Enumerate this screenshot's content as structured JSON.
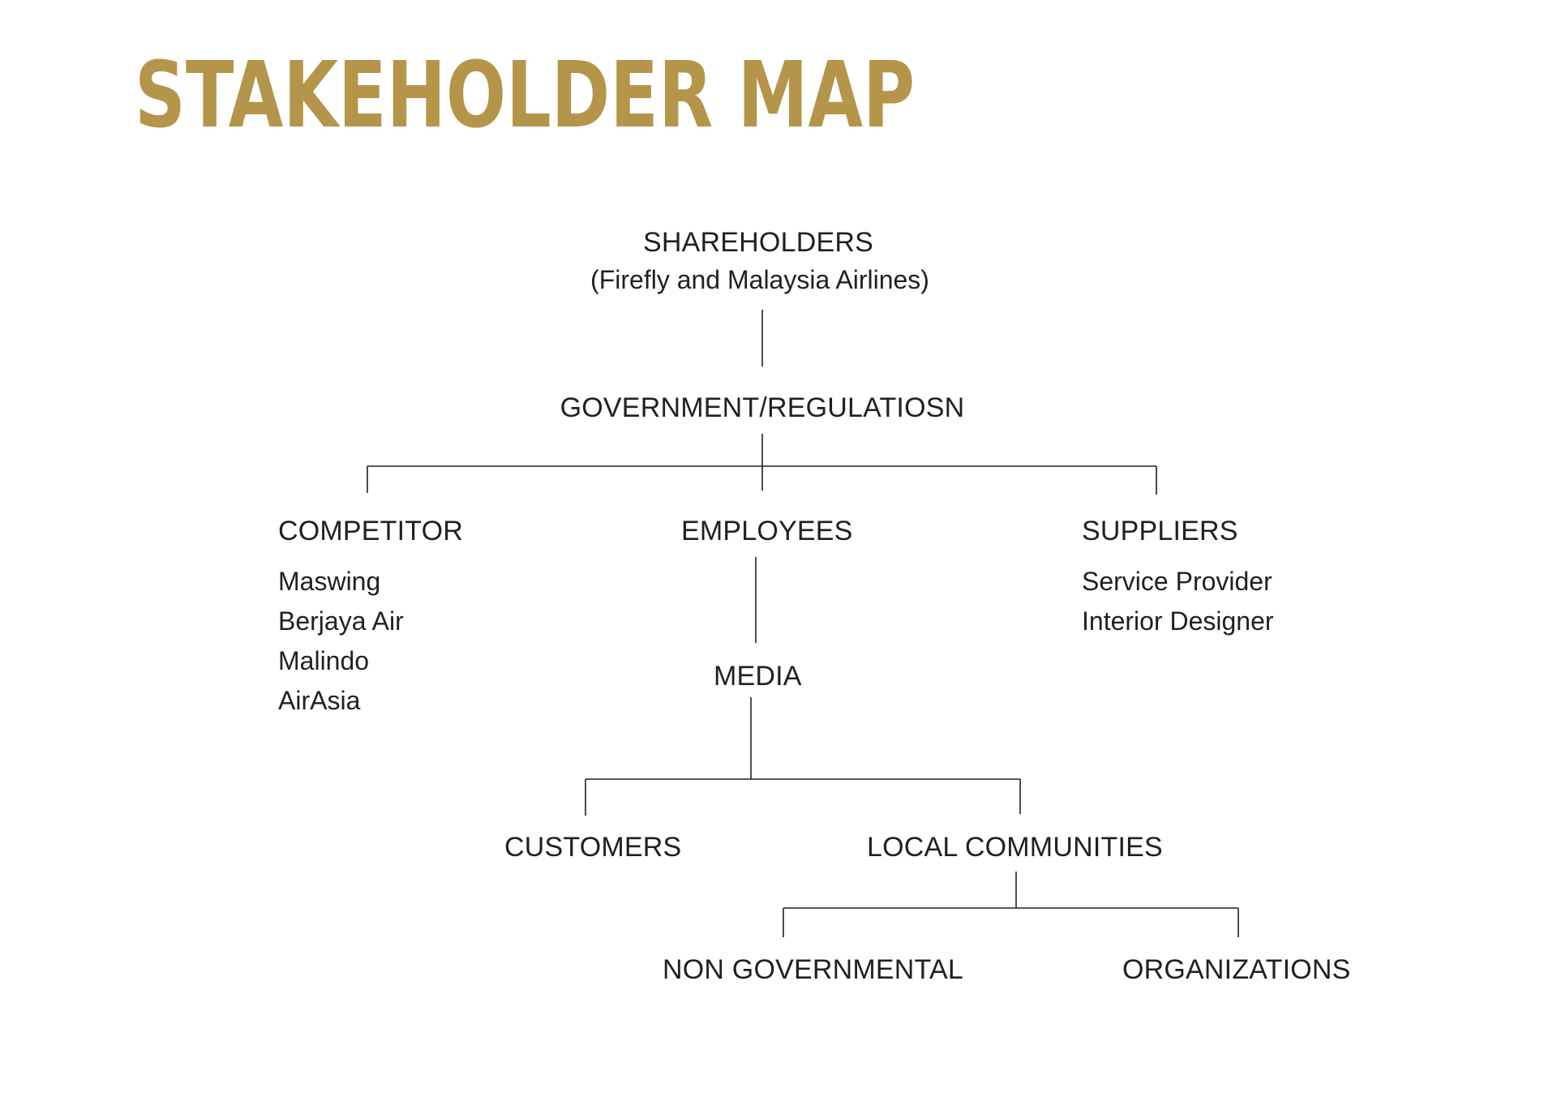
{
  "title": "STAKEHOLDER MAP",
  "colors": {
    "title": "#b59549",
    "text": "#231f20",
    "lines": "#231f20"
  },
  "diagram": {
    "shareholders": {
      "label": "SHAREHOLDERS",
      "note": "(Firefly and Malaysia Airlines)"
    },
    "government": {
      "label": "GOVERNMENT/REGULATIOSN"
    },
    "competitor": {
      "label": "COMPETITOR",
      "items": [
        "Maswing",
        "Berjaya Air",
        "Malindo",
        "AirAsia"
      ]
    },
    "employees": {
      "label": "EMPLOYEES"
    },
    "suppliers": {
      "label": "SUPPLIERS",
      "items": [
        "Service Provider",
        "Interior Designer"
      ]
    },
    "media": {
      "label": "MEDIA"
    },
    "customers": {
      "label": "CUSTOMERS"
    },
    "local_communities": {
      "label": "LOCAL COMMUNITIES"
    },
    "non_governmental": {
      "label": "NON GOVERNMENTAL"
    },
    "organizations": {
      "label": "ORGANIZATIONS"
    }
  }
}
